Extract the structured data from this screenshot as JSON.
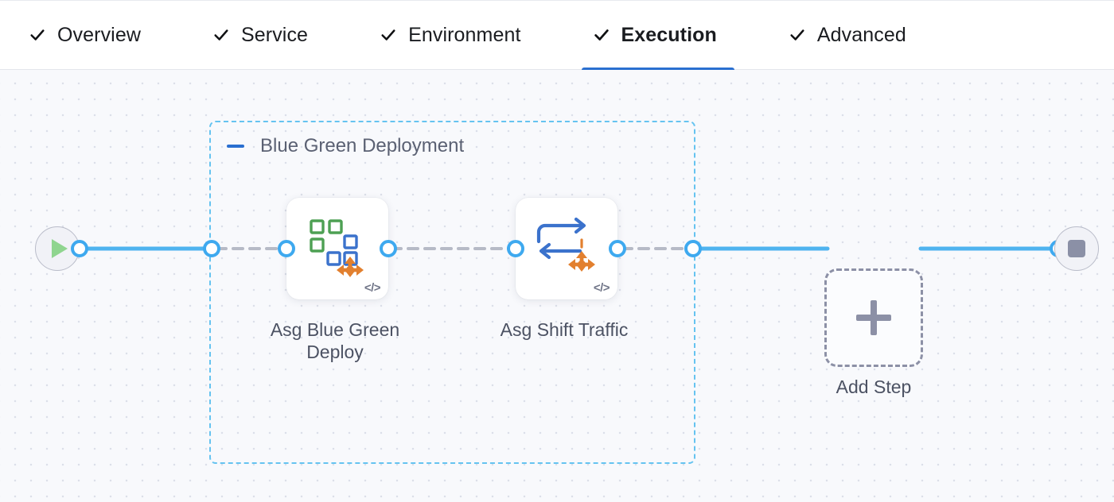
{
  "tabs": {
    "items": [
      {
        "label": "Overview",
        "icon": "check-icon",
        "completed": true,
        "active": false
      },
      {
        "label": "Service",
        "icon": "check-icon",
        "completed": true,
        "active": false
      },
      {
        "label": "Environment",
        "icon": "check-icon",
        "completed": true,
        "active": false
      },
      {
        "label": "Execution",
        "icon": "check-icon",
        "completed": true,
        "active": true
      },
      {
        "label": "Advanced",
        "icon": "check-icon",
        "completed": true,
        "active": false
      }
    ],
    "active_index": 3,
    "active_underline_color": "#2a6fd0"
  },
  "canvas": {
    "background_color": "#f8f9fc",
    "dot_grid_color": "#dcdfe9",
    "start_node": {
      "icon": "play-icon",
      "name": "pipeline-start"
    },
    "end_node": {
      "icon": "stop-icon",
      "name": "pipeline-end"
    },
    "group": {
      "title": "Blue Green Deployment",
      "collapse_icon": "minus-icon",
      "border_color": "#65c3f0",
      "steps": [
        {
          "label": "Asg Blue Green\nDeploy",
          "icon": "asg-blue-green-deploy-icon",
          "badge_icon": "move-arrows-icon",
          "corner_glyph": "</>"
        },
        {
          "label": "Asg Shift Traffic",
          "icon": "asg-shift-traffic-icon",
          "badge_icon": "move-arrows-icon",
          "corner_glyph": "</>"
        }
      ]
    },
    "add_step": {
      "label": "Add Step",
      "icon": "plus-icon"
    },
    "connector_colors": {
      "solid": "#4fb3ef",
      "dashed": "#b6bac6",
      "port_ring": "#3ea9ef"
    }
  }
}
